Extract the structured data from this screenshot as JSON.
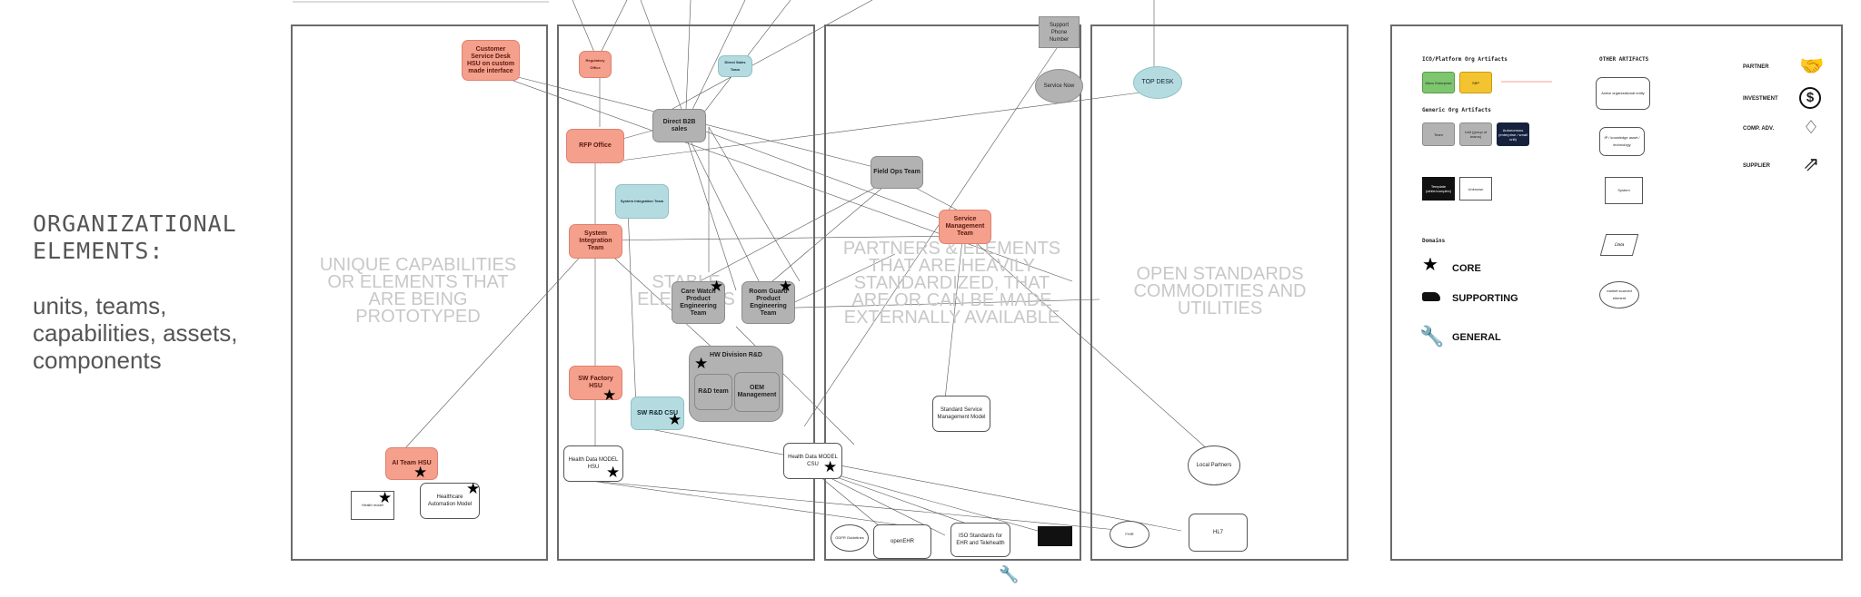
{
  "heading": "ORGANIZATIONAL\nELEMENTS:",
  "subheading": "units, teams, capabilities, assets, components",
  "panels": {
    "unique": "UNIQUE CAPABILITIES OR ELEMENTS THAT ARE BEING PROTOTYPED",
    "stable": "STABLE ELEMENTS",
    "partners": "PARTNERS & ELEMENTS THAT ARE HEAVILY STANDARDIZED, THAT ARE OR CAN BE MADE EXTERNALLY AVAILABLE",
    "open": "OPEN STANDARDS COMMODITIES AND UTILITIES"
  },
  "nodes": {
    "customer_service": "Customer Service Desk HSU on custom made interface",
    "ai_team": "AI Team HSU",
    "healthcare_automation": "Healthcare Automation Model",
    "health_model_small": "Health model",
    "regulatory_office": "Regulatory Office",
    "direct_sales_team": "Direct Sales Team",
    "direct_b2b": "Direct B2B sales",
    "rfp_office": "RFP Office",
    "support_integration": "System Integration Team",
    "system_integration": "System Integration Team",
    "care_watch": "Care Watch Product Engineering Team",
    "room_guard": "Room Guard Product Engineering Team",
    "hw_division": "HW Division R&D",
    "rd_team": "R&D team",
    "oem_mgmt": "OEM Management",
    "sw_factory": "SW Factory HSU",
    "sw_rd_csu": "SW R&D CSU",
    "health_data_hsu": "Health Data MODEL HSU",
    "health_data_csu": "Health Data MODEL CSU",
    "support_phone": "Support Phone Number",
    "service_now": "Service Now",
    "field_ops": "Field Ops Team",
    "service_mgmt": "Service Management Team",
    "std_service_model": "Standard Service Management Model",
    "gdpr": "GDPR Guidelines",
    "openehr": "openEHR",
    "iso": "ISO Standards for EHR and Telehealth",
    "top_desk": "TOP DESK",
    "local_partners": "Local Partners",
    "hl7": "HL7",
    "fhir": "FHIR"
  },
  "legend": {
    "org_artifacts_title": "ICO/Platform Org Artifacts",
    "micro_enterprise": "Micro Enterprise",
    "sbp": "SBP",
    "generic_title": "Generic Org Artifacts",
    "team": "Team",
    "unit": "Unit (group of teams)",
    "autonomous": "Autonomous (enterprise / small unit)",
    "template": "Template (white/complex)",
    "unknown": "Unknown",
    "domains_title": "Domains",
    "core": "CORE",
    "supporting": "SUPPORTING",
    "general": "GENERAL",
    "other_title": "OTHER ARTIFACTS",
    "active_entity": "Active organizational entity",
    "ip_knowledge": "IP / knowledge asset / technology",
    "system": "System",
    "data": "Data",
    "market_element": "market sourced element",
    "partner": "PARTNER",
    "investment": "INVESTMENT",
    "comp_adv": "COMP. ADV.",
    "supplier": "SUPPLIER"
  }
}
